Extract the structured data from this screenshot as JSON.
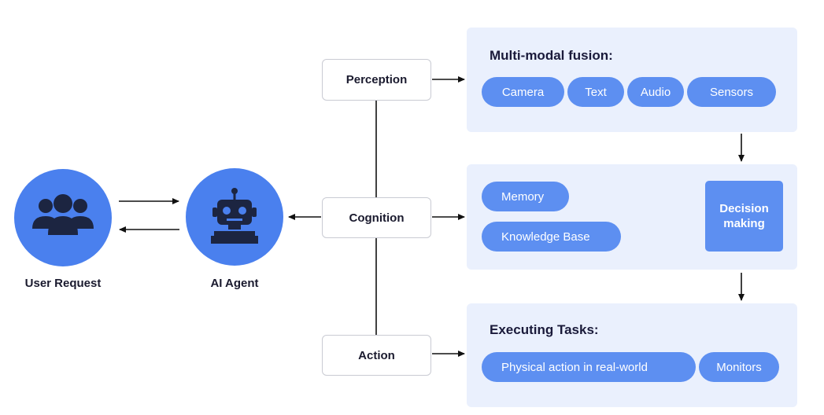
{
  "user": {
    "label": "User Request",
    "icon": "users-icon"
  },
  "agent": {
    "label": "AI Agent",
    "icon": "robot-icon"
  },
  "stages": {
    "perception": "Perception",
    "cognition": "Cognition",
    "action": "Action"
  },
  "perception_panel": {
    "title": "Multi-modal fusion:",
    "items": [
      "Camera",
      "Text",
      "Audio",
      "Sensors"
    ]
  },
  "cognition_panel": {
    "inputs": [
      "Memory",
      "Knowledge Base"
    ],
    "decision": "Decision\nmaking"
  },
  "action_panel": {
    "title": "Executing Tasks:",
    "items": [
      "Physical action in real-world",
      "Monitors"
    ]
  },
  "colors": {
    "circle": "#4a80ee",
    "pill": "#5d8ff1",
    "panel": "#eaf0fd",
    "icon": "#1c2541",
    "line": "#111111"
  }
}
